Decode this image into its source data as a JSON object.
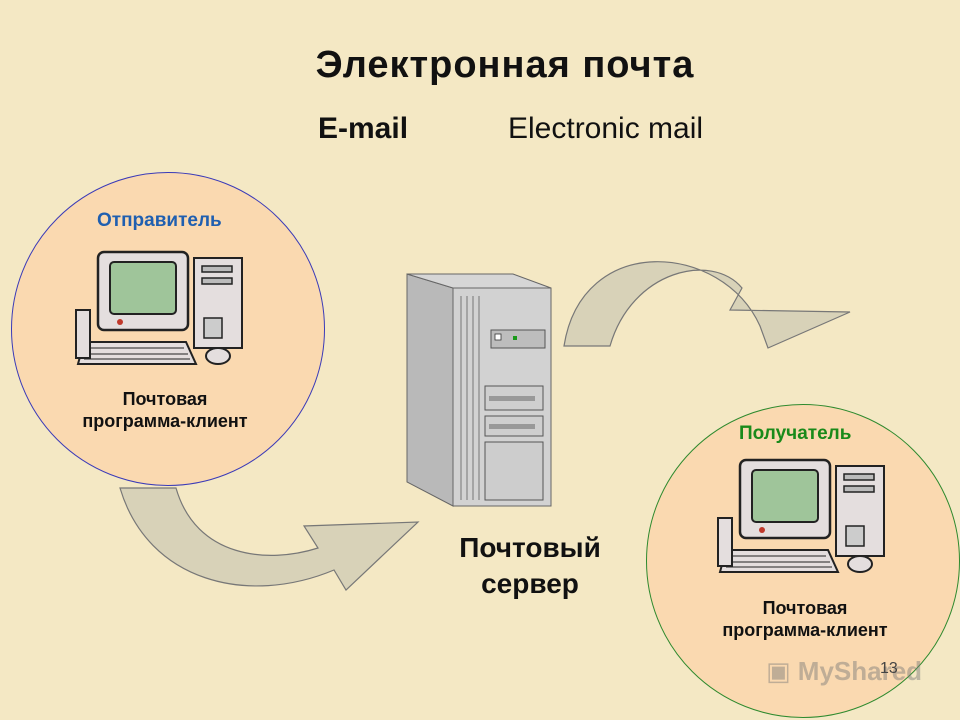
{
  "slide": {
    "title": "Электронная почта",
    "subtitle_abbrev": "E-mail",
    "subtitle_full": "Electronic mail",
    "page_number": "13"
  },
  "sender": {
    "role": "Отправитель",
    "client_line1": "Почтовая",
    "client_line2": "программа-клиент"
  },
  "server": {
    "line1": "Почтовый",
    "line2": "сервер"
  },
  "receiver": {
    "role": "Получатель",
    "client_line1": "Почтовая",
    "client_line2": "программа-клиент"
  },
  "watermark": "MyShared",
  "icons": {
    "sender_computer": "desktop-computer-icon",
    "receiver_computer": "desktop-computer-icon",
    "server": "server-tower-icon",
    "arrow_sender_to_server": "curved-arrow-icon",
    "arrow_server_to_receiver": "curved-arrow-icon"
  },
  "colors": {
    "background": "#f4e8c4",
    "circle_fill": "#fad9b0",
    "sender_role": "#1f5fb0",
    "receiver_role": "#1a8a1a",
    "arrow_fill": "#d8d2b8"
  }
}
